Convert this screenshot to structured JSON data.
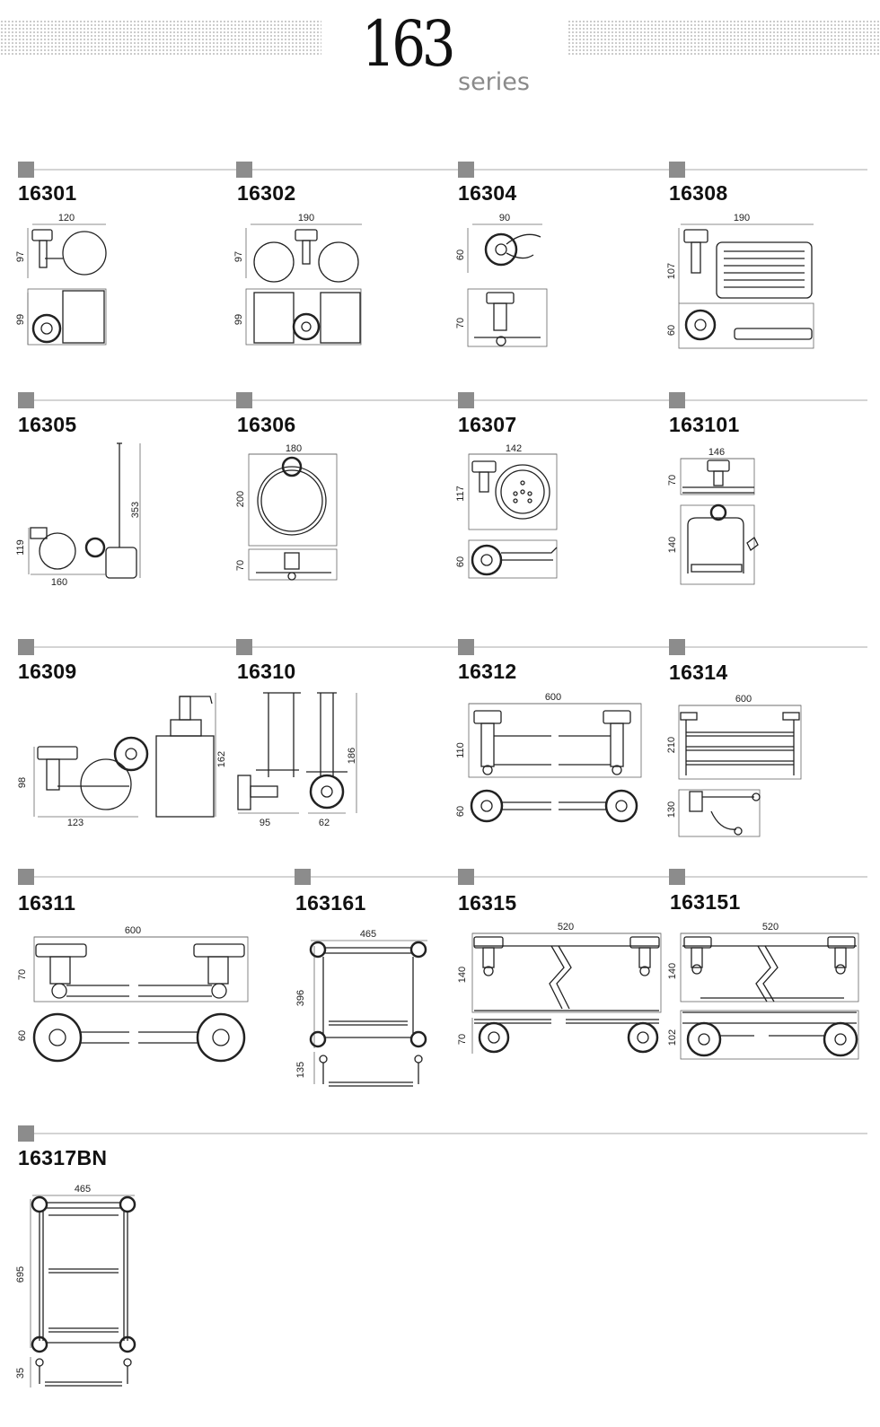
{
  "header": {
    "number": "163",
    "subtitle": "series"
  },
  "products": [
    {
      "code": "16301",
      "dims": [
        "120",
        "97",
        "99"
      ]
    },
    {
      "code": "16302",
      "dims": [
        "190",
        "97",
        "99"
      ]
    },
    {
      "code": "16304",
      "dims": [
        "90",
        "60",
        "70"
      ]
    },
    {
      "code": "16308",
      "dims": [
        "190",
        "107",
        "60"
      ]
    },
    {
      "code": "16305",
      "dims": [
        "353",
        "119",
        "160"
      ]
    },
    {
      "code": "16306",
      "dims": [
        "180",
        "200",
        "70"
      ]
    },
    {
      "code": "16307",
      "dims": [
        "142",
        "117",
        "60"
      ]
    },
    {
      "code": "163101",
      "dims": [
        "146",
        "70",
        "140"
      ]
    },
    {
      "code": "16309",
      "dims": [
        "162",
        "98",
        "123"
      ]
    },
    {
      "code": "16310",
      "dims": [
        "186",
        "95",
        "62"
      ]
    },
    {
      "code": "16312",
      "dims": [
        "600",
        "110",
        "60"
      ]
    },
    {
      "code": "16314",
      "dims": [
        "600",
        "210",
        "130"
      ]
    },
    {
      "code": "16311",
      "dims": [
        "600",
        "70",
        "60"
      ]
    },
    {
      "code": "163161",
      "dims": [
        "465",
        "396",
        "135"
      ]
    },
    {
      "code": "16315",
      "dims": [
        "520",
        "140",
        "70"
      ]
    },
    {
      "code": "163151",
      "dims": [
        "520",
        "140",
        "102"
      ]
    },
    {
      "code": "16317BN",
      "dims": [
        "465",
        "695",
        "35"
      ]
    }
  ]
}
